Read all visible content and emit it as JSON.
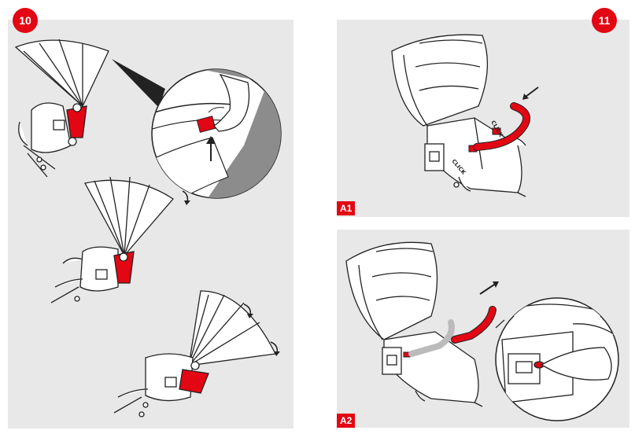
{
  "step_10": {
    "number": "10"
  },
  "step_11": {
    "number": "11"
  },
  "panel_a1": {
    "label": "A1",
    "click_text": "CLICK"
  },
  "panel_a2": {
    "label": "A2"
  },
  "colors": {
    "accent_red": "#e30613",
    "panel_bg": "#e8e8e8",
    "zoom_dark": "#8c8c8c",
    "line": "#222222"
  },
  "icons": [
    "arrow-icon",
    "hand-icon",
    "magnifier-callout"
  ]
}
